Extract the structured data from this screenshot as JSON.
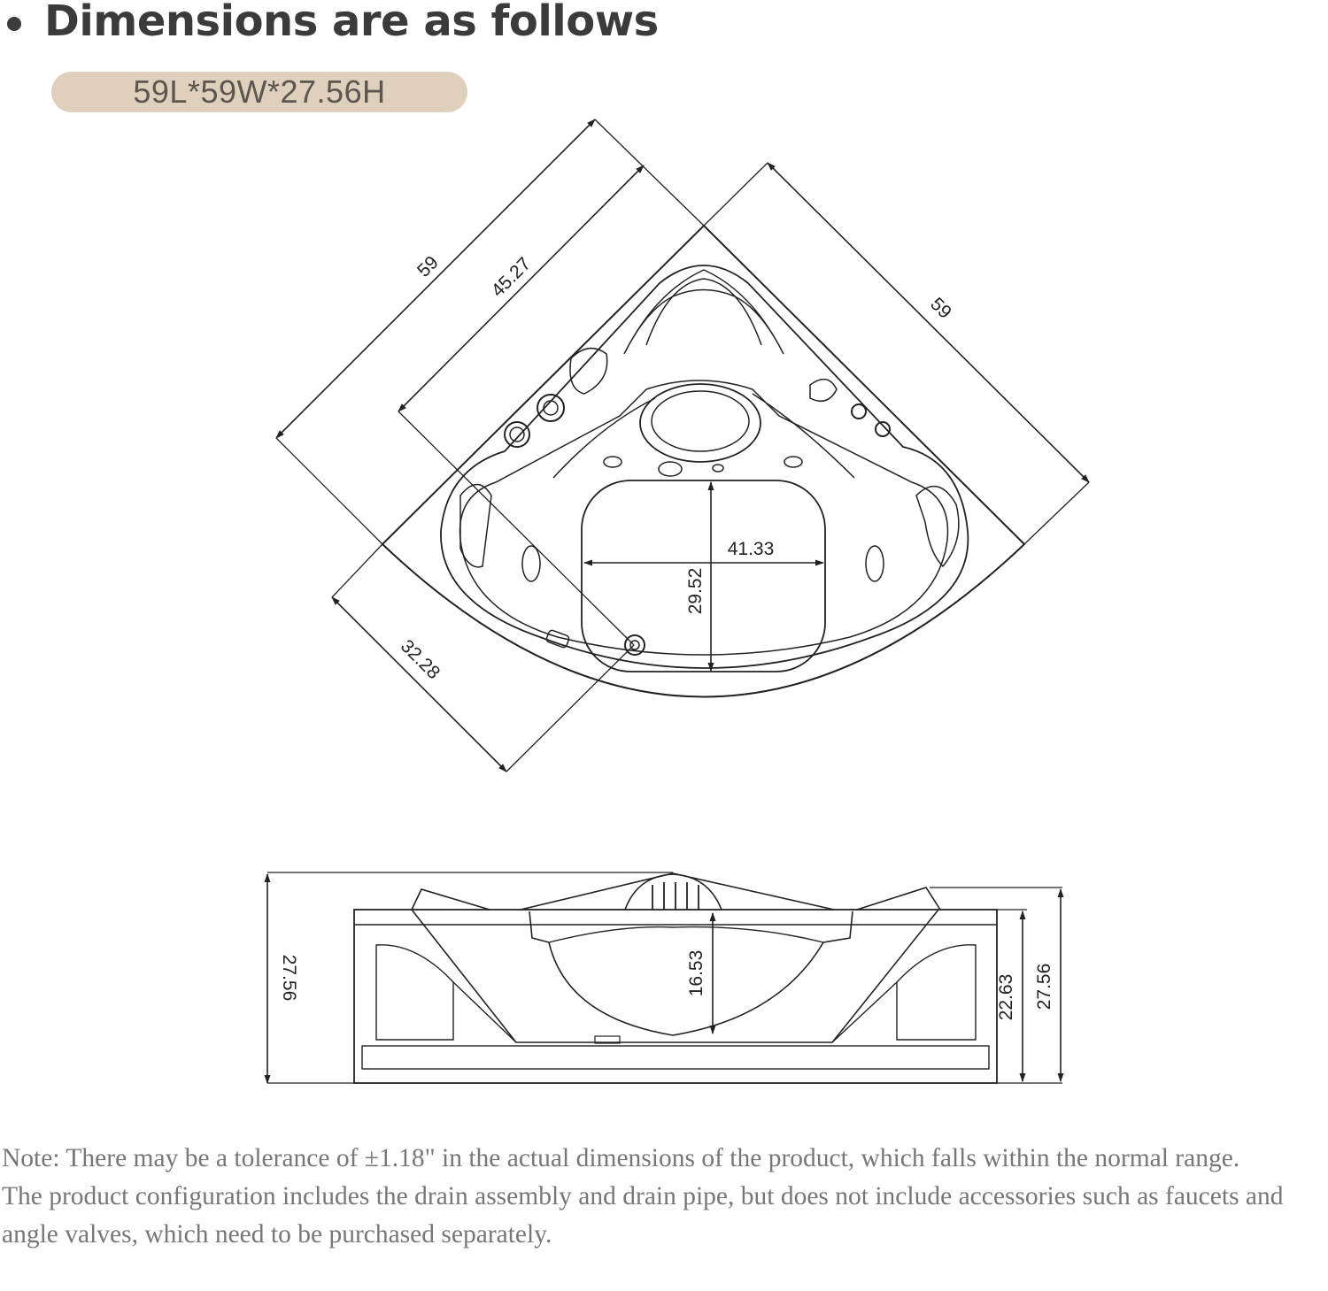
{
  "header": {
    "title": "Dimensions are as follows",
    "size_label": "59L*59W*27.56H",
    "pill_color": "#dfd0bd"
  },
  "top_view": {
    "side_left": "59",
    "inner_left": "45.27",
    "side_right": "59",
    "front_diagonal": "32.28",
    "seat_width": "41.33",
    "seat_depth": "29.52"
  },
  "front_view": {
    "overall_height_left": "27.56",
    "basin_depth": "16.53",
    "apron_height": "22.63",
    "overall_height_right": "27.56"
  },
  "notes": {
    "tolerance": "Note: There may be a tolerance of ±1.18\" in the actual dimensions of the product, which falls within the normal range.",
    "configuration": "The product configuration includes the drain assembly and drain pipe, but does not include accessories such as faucets and angle valves, which need to be purchased separately."
  }
}
